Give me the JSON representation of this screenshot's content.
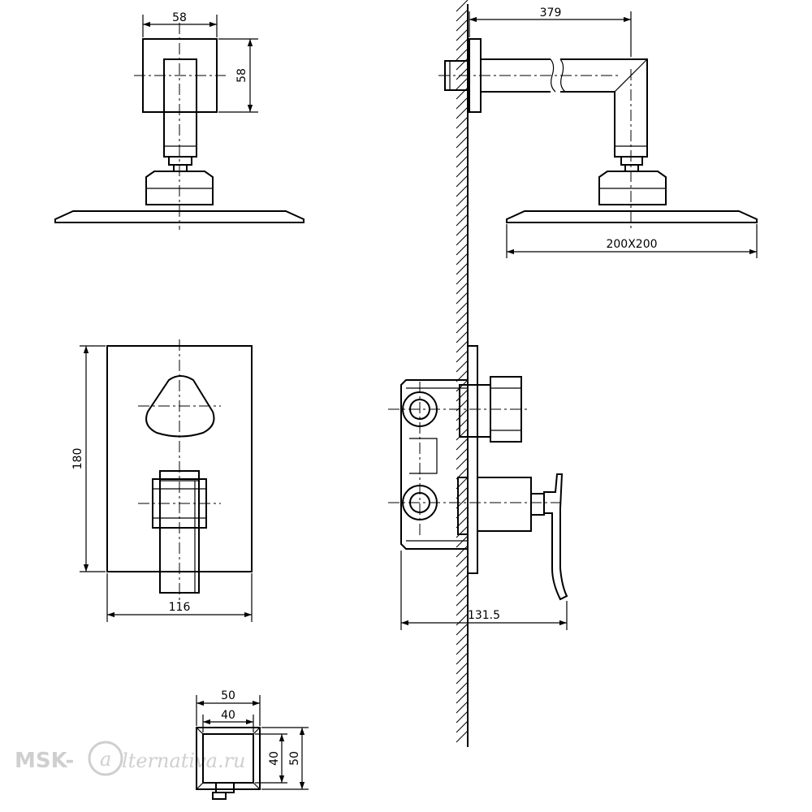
{
  "dimensions": {
    "head_mount_width": "58",
    "head_mount_height": "58",
    "arm_length": "379",
    "head_size": "200X200",
    "plate_height": "180",
    "plate_width": "116",
    "mixer_depth": "131.5",
    "outlet_outer_width": "50",
    "outlet_inner_width": "40",
    "outlet_inner_height": "40",
    "outlet_outer_height": "50"
  },
  "watermark": {
    "brand": "MSK-",
    "script": "lternativa.ru"
  }
}
